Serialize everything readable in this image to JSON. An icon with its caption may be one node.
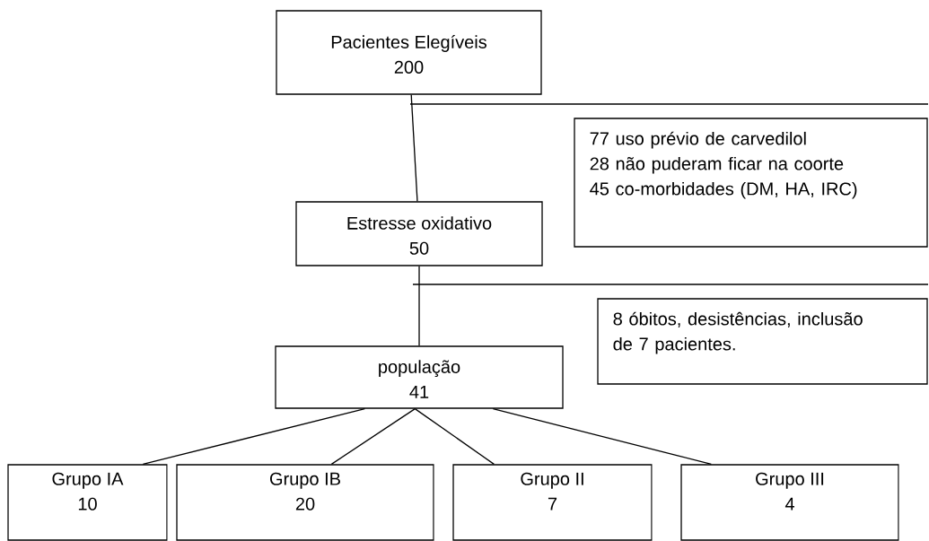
{
  "diagram": {
    "nodes": [
      {
        "text": [
          "Pacientes Elegíveis",
          "200"
        ]
      },
      {
        "text": [
          "Estresse oxidativo",
          "50"
        ]
      },
      {
        "text": [
          "população",
          "41"
        ]
      },
      {
        "text": [
          "Grupo IA",
          "10"
        ]
      },
      {
        "text": [
          "Grupo IB",
          "20"
        ]
      },
      {
        "text": [
          "Grupo II",
          "7"
        ]
      },
      {
        "text": [
          "Grupo III",
          "4"
        ]
      },
      {
        "text": [
          "77 uso prévio de carvedilol",
          "28 não puderam ficar na coorte",
          "45 co-morbidades (DM, HA, IRC)"
        ]
      },
      {
        "text": [
          "8 óbitos, desistências, inclusão de 7 pacientes."
        ]
      }
    ],
    "edges": [
      {
        "from": 0,
        "to": 1,
        "arrow": "none"
      },
      {
        "from": 1,
        "to": 2,
        "arrow": "none"
      },
      {
        "from": 2,
        "to": 3,
        "arrow": "none"
      },
      {
        "from": 2,
        "to": 4,
        "arrow": "none"
      },
      {
        "from": 2,
        "to": 5,
        "arrow": "none"
      },
      {
        "from": 2,
        "to": 6,
        "arrow": "none"
      }
    ]
  }
}
